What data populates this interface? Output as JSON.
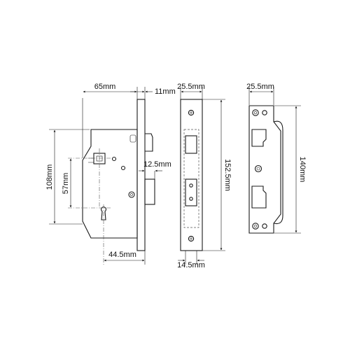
{
  "dimensions": {
    "backset": "65mm",
    "forend_thickness": "11mm",
    "case_height": "108mm",
    "centres": "57mm",
    "bolt_projection": "12.5mm",
    "keyhole_backset": "44.5mm",
    "forend_width": "25.5mm",
    "forend_length": "152.5mm",
    "forend_hole_width": "14.5mm",
    "strike_width": "25.5mm",
    "strike_length": "140mm"
  },
  "colors": {
    "line": "#1a1a1a",
    "hidden": "#555555"
  }
}
